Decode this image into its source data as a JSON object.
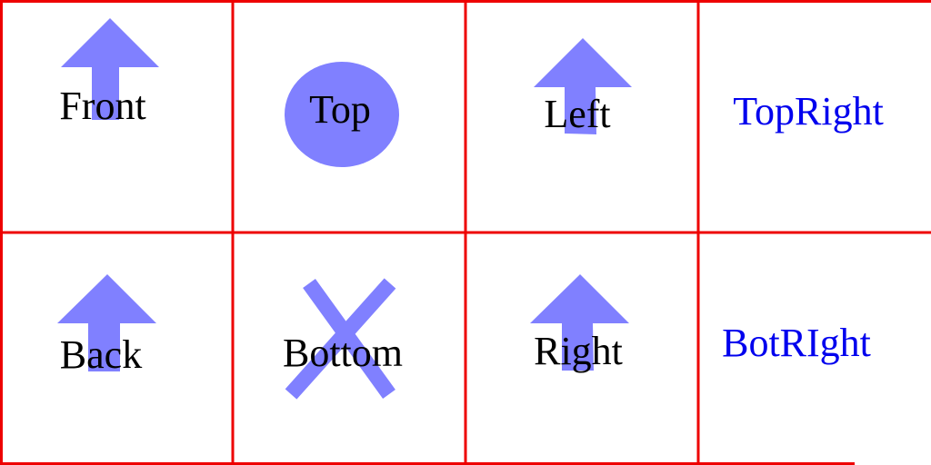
{
  "colors": {
    "grid_line": "#ee0000",
    "shape_fill": "#8080ff",
    "label_text": "#000000",
    "corner_text": "#0000ee",
    "background": "#ffffff"
  },
  "cells": {
    "front": {
      "label": "Front",
      "icon": "up-arrow-icon"
    },
    "top": {
      "label": "Top",
      "icon": "ellipse-icon"
    },
    "left": {
      "label": "Left",
      "icon": "up-arrow-icon"
    },
    "top_right": {
      "label": "TopRight"
    },
    "back": {
      "label": "Back",
      "icon": "up-arrow-icon"
    },
    "bottom": {
      "label": "Bottom",
      "icon": "x-cross-icon"
    },
    "right": {
      "label": "Right",
      "icon": "up-arrow-icon"
    },
    "bot_right": {
      "label": "BotRIght"
    }
  }
}
